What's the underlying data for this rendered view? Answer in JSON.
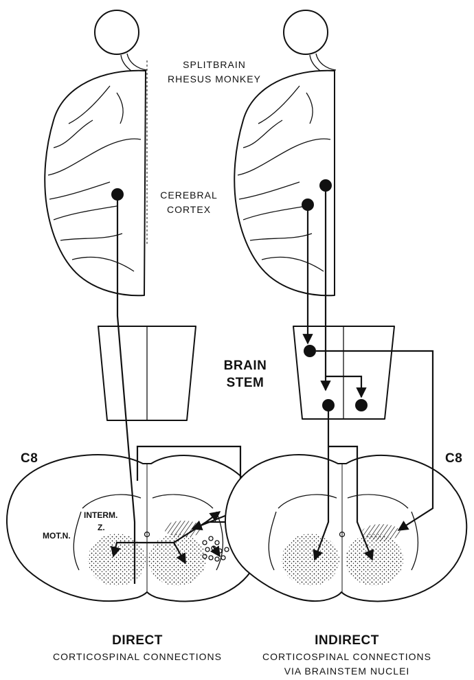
{
  "labels": {
    "species": [
      "SPLITBRAIN",
      "RHESUS MONKEY"
    ],
    "cortex": [
      "CEREBRAL",
      "CORTEX"
    ],
    "brainstem": [
      "BRAIN",
      "STEM"
    ],
    "segment_left": "C8",
    "segment_right": "C8",
    "interm": [
      "INTERM.",
      "Z."
    ],
    "motn": "MOT.N."
  },
  "captions": {
    "direct_title": "DIRECT",
    "direct_sub": "CORTICOSPINAL CONNECTIONS",
    "indirect_title": "INDIRECT",
    "indirect_sub": [
      "CORTICOSPINAL CONNECTIONS",
      "VIA BRAINSTEM NUCLEI"
    ]
  },
  "colors": {
    "ink": "#111111",
    "paper": "#ffffff"
  }
}
